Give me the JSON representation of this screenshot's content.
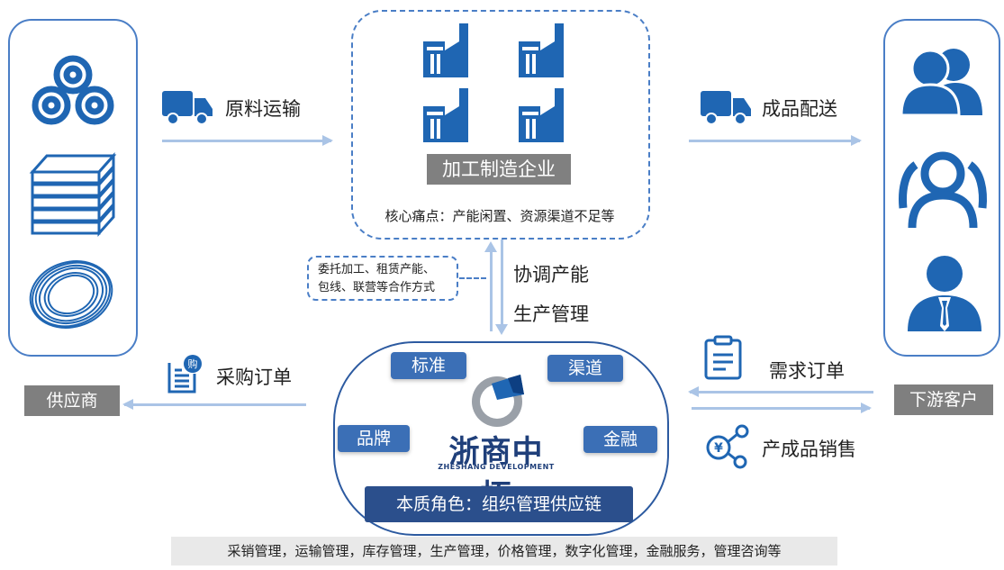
{
  "left": {
    "tag": "供应商"
  },
  "right": {
    "tag": "下游客户"
  },
  "center_top": {
    "title": "加工制造企业",
    "pain_points": "核心痛点：产能闲置、资源渠道不足等"
  },
  "flows": {
    "raw_transport": "原料运输",
    "product_delivery": "成品配送",
    "purchase_order": "采购订单",
    "demand_order": "需求订单",
    "product_sales": "产成品销售",
    "coordinate_capacity": "协调产能",
    "production_management": "生产管理"
  },
  "cooperation": {
    "line1": "委托加工、租赁产能、",
    "line2": "包线、联营等合作方式"
  },
  "hub": {
    "tags": [
      "标准",
      "渠道",
      "品牌",
      "金融"
    ],
    "logo_cn": "浙商中拓",
    "logo_en": "ZHESHANG DEVELOPMENT",
    "role": "本质角色：组织管理供应链"
  },
  "services": "采销管理，运输管理，库存管理，生产管理，价格管理，数字化管理，金融服务，管理咨询等",
  "colors": {
    "primary": "#1f66b3",
    "dark_blue": "#2c4f8f",
    "arrow": "#aac4e6",
    "grey": "#7f7f7f"
  }
}
